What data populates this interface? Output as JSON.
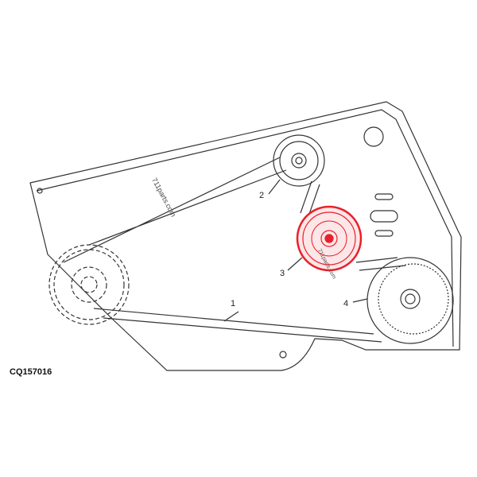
{
  "figure_id": "CQ157016",
  "watermark": "711parts.com",
  "highlight_color": "#e8202a",
  "line_color": "#333333",
  "callouts": [
    {
      "number": "1",
      "part": "belt"
    },
    {
      "number": "2",
      "part": "idler-pulley-upper"
    },
    {
      "number": "3",
      "part": "idler-pulley-highlighted"
    },
    {
      "number": "4",
      "part": "drive-pulley"
    }
  ]
}
